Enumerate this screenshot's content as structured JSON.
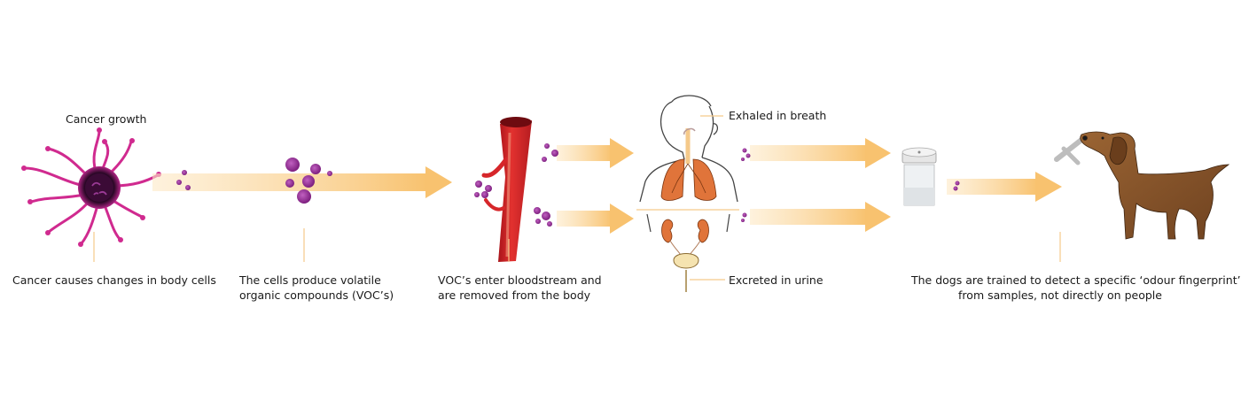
{
  "labels": {
    "cancer_growth": "Cancer growth",
    "step1": "Cancer causes changes in body cells",
    "step2_line1": "The cells produce volatile",
    "step2_line2": "organic compounds (VOC’s)",
    "step3_line1": "VOC’s enter bloodstream and",
    "step3_line2": "are removed from the body",
    "exhaled": "Exhaled in breath",
    "excreted": "Excreted in urine",
    "step5_line1": "The dogs are trained to detect a specific ‘odour fingerprint’",
    "step5_line2": "from samples, not directly on people"
  },
  "colors": {
    "arrow": "#f9c77a",
    "voc": "#8b2a8a",
    "cancer": "#d02a8f",
    "blood": "#d6262a",
    "organ": "#e0743a",
    "dog": "#8b5a2b",
    "leader": "#f5c98a"
  }
}
